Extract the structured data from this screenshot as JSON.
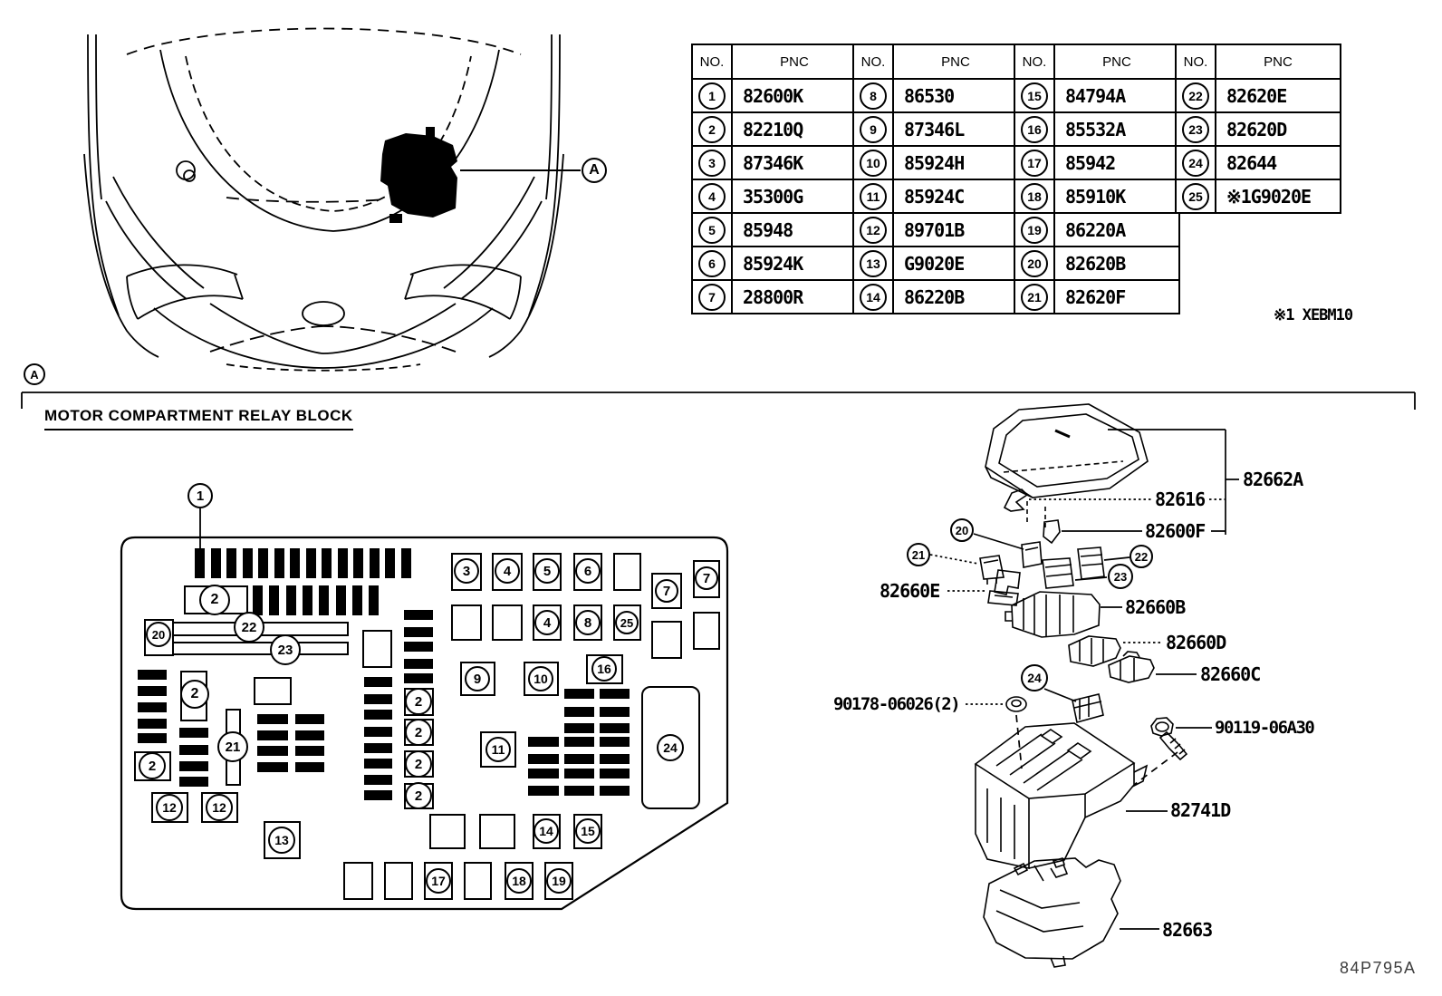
{
  "page": {
    "drawing_code": "84P795A",
    "footnote": "※1 XEBM10"
  },
  "callouts": {
    "a": "A"
  },
  "section": {
    "title": "MOTOR COMPARTMENT RELAY BLOCK"
  },
  "table": {
    "headers": {
      "no": "NO.",
      "pnc": "PNC"
    },
    "columns": [
      {
        "rows": [
          {
            "no": "1",
            "pnc": "82600K"
          },
          {
            "no": "2",
            "pnc": "82210Q"
          },
          {
            "no": "3",
            "pnc": "87346K"
          },
          {
            "no": "4",
            "pnc": "35300G"
          },
          {
            "no": "5",
            "pnc": "85948"
          },
          {
            "no": "6",
            "pnc": "85924K"
          },
          {
            "no": "7",
            "pnc": "28800R"
          }
        ]
      },
      {
        "rows": [
          {
            "no": "8",
            "pnc": "86530"
          },
          {
            "no": "9",
            "pnc": "87346L"
          },
          {
            "no": "10",
            "pnc": "85924H"
          },
          {
            "no": "11",
            "pnc": "85924C"
          },
          {
            "no": "12",
            "pnc": "89701B"
          },
          {
            "no": "13",
            "pnc": "G9020E"
          },
          {
            "no": "14",
            "pnc": "86220B"
          }
        ]
      },
      {
        "rows": [
          {
            "no": "15",
            "pnc": "84794A"
          },
          {
            "no": "16",
            "pnc": "85532A"
          },
          {
            "no": "17",
            "pnc": "85942"
          },
          {
            "no": "18",
            "pnc": "85910K"
          },
          {
            "no": "19",
            "pnc": "86220A"
          },
          {
            "no": "20",
            "pnc": "82620B"
          },
          {
            "no": "21",
            "pnc": "82620F"
          }
        ]
      },
      {
        "rows": [
          {
            "no": "22",
            "pnc": "82620E"
          },
          {
            "no": "23",
            "pnc": "82620D"
          },
          {
            "no": "24",
            "pnc": "82644"
          },
          {
            "no": "25",
            "pnc": "※1G9020E"
          }
        ]
      }
    ]
  },
  "fusebox": {
    "chips": [
      "1",
      "2",
      "22",
      "23",
      "20",
      "2",
      "21",
      "2",
      "12",
      "12",
      "13",
      "2",
      "2",
      "2",
      "2",
      "3",
      "4",
      "5",
      "6",
      "7",
      "7",
      "4",
      "8",
      "25",
      "9",
      "10",
      "16",
      "11",
      "24",
      "14",
      "15",
      "17",
      "18",
      "19"
    ]
  },
  "exploded": {
    "labels": {
      "cover_assy": "82662A",
      "clip": "82616",
      "hook": "82600F",
      "relay_e": "82660E",
      "block_b": "82660B",
      "block_d": "82660D",
      "block_c": "82660C",
      "grommet": "90178-06026(2)",
      "bolt": "90119-06A30",
      "relay_block": "82741D",
      "cover_lower": "82663"
    },
    "chips": {
      "c20": "20",
      "c21": "21",
      "c22": "22",
      "c23": "23",
      "c24": "24"
    }
  }
}
